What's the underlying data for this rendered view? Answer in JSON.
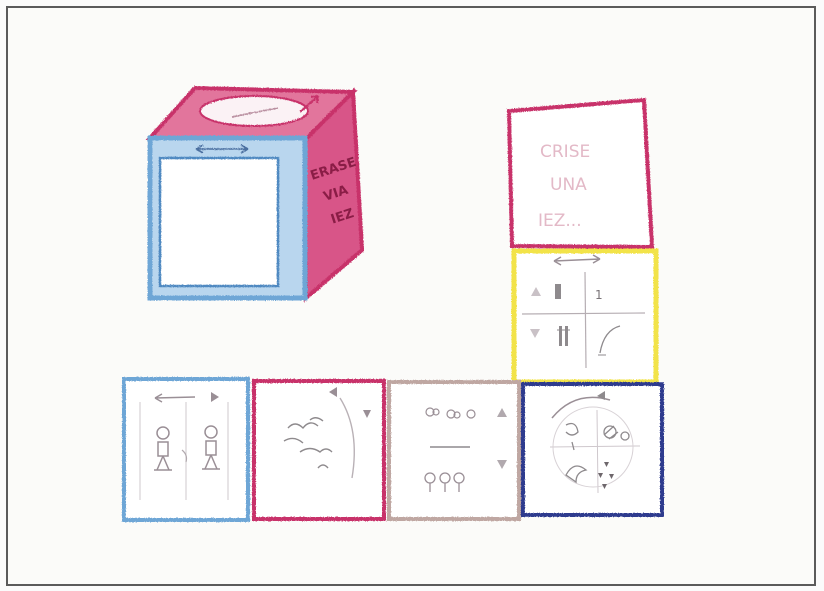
{
  "cube": {
    "side_text": [
      "ERASE",
      "VIA",
      "IEZ"
    ]
  },
  "net": {
    "top_card_text": [
      "CRISE",
      "UNA",
      "IEZ..."
    ],
    "yellow_numeral": "1"
  },
  "colors": {
    "frame": "#5b5b5b",
    "crimson": "#c8336a",
    "pink_fill": "#d85488",
    "blue": "#6ea6d6",
    "yellow": "#f2e34a",
    "navy": "#2d3a8e",
    "taupe": "#bfa7a2",
    "pencil": "#9a8f96"
  }
}
